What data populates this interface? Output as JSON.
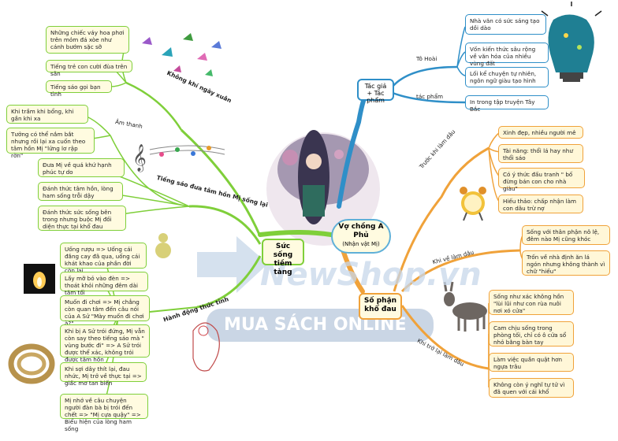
{
  "center": {
    "title": "Vợ chồng A Phủ",
    "subtitle": "(Nhận vật Mị)"
  },
  "watermark": {
    "brand": "NewShop.vn",
    "banner": "MUA SÁCH ONLINE"
  },
  "colors": {
    "green": "#7fcf3a",
    "orange": "#f0a23a",
    "blue": "#2f8fc8",
    "banner": "#9fb4cf"
  },
  "author": {
    "label": "Tác giả + Tác phẩm",
    "to_hoai": "Tô Hoài",
    "tac_pham": "tác phẩm",
    "items": [
      "Nhà văn có sức sáng tạo dồi dào",
      "Vốn kiến thức sâu rộng về văn hóa của nhiều vùng đất",
      "Lối kể chuyện tự nhiên, ngôn ngữ giàu tạo hình",
      "In trong tập truyện Tây Bắc"
    ]
  },
  "fate": {
    "label": "Số phận khổ đau",
    "before": "Trước khi làm dâu",
    "before_items": [
      "Xinh đẹp, nhiều người mê",
      "Tài năng: thổi lá hay như thổi sáo",
      "Có ý thức đấu tranh \" bố đừng bán con cho nhà giàu\"",
      "Hiếu thảo: chấp nhận làm con dâu trừ nợ"
    ],
    "when": "Khi về làm dâu",
    "when_items": [
      "Sống với thân phận nô lệ, đêm nào Mị cũng khóc",
      "Trốn về nhà định ăn lá ngón nhưng không thành vì chữ \"hiếu\""
    ],
    "after": "Khi trở lại làm dâu",
    "after_items": [
      "Sống như xác không hồn \"lùi lũi như con rùa nuôi nơi xó cửa\"",
      "Cam chịu sống trong phòng tối, chỉ có ô cửa sổ nhỏ bằng bàn tay",
      "Làm việc quần quật hơn ngựa trâu",
      "Không còn ý nghĩ tự tử vì đã quen với cái khổ"
    ]
  },
  "vitality": {
    "label": "Sức sống tiềm tàng",
    "spring": "Không khí ngày xuân",
    "spring_items": [
      "Những chiếc váy hoa phơi trên mỏm đá xòe như cánh bướm sặc sỡ",
      "Tiếng trẻ con cười đùa trên sân",
      "Tiếng sáo gọi bạn tình"
    ],
    "flute": "Tiếng sáo đưa tâm hồn Mị sống lại",
    "sound": "Âm thanh",
    "sound_items": [
      "Khi trầm khi bổng, khi gần khi xa",
      "Tưởng có thể nắm bắt nhưng rồi lại xa cuốn theo tâm hồn Mị \"lửng lơ rập rờn\""
    ],
    "flute_items": [
      "Đưa Mị về quá khứ hạnh phúc tự do",
      "Đánh thức tâm hồn, lòng ham sống trỗi dậy",
      "Đánh thức sức sống bên trong nhưng buộc Mị đối diện thực tại khổ đau"
    ],
    "action": "Hành động thức tỉnh",
    "action_items": [
      "Uống rượu => Uống cái đắng cay đã qua, uống cái khát khao của phần đời còn lại",
      "Lấy mỡ bỏ vào đèn => thoát khỏi những đêm dài tăm tối",
      "Muốn đi chơi => Mị chẳng còn quan tâm đến câu nói của A Sử \"Mày muốn đi chơi à?\"",
      "Khi bị A Sử trói đứng, Mị vẫn còn say theo tiếng sáo mà \" vùng bước đi\" => A Sử trói được thể xác, không trói được tâm hồn",
      "Khi sợi dây thít lại, đau nhức, Mị trở về thực tại => giấc mơ tan biến",
      "Mị nhớ về câu chuyện người đàn bà bị trói đến chết => \"Mị cựa quậy\" => Biểu hiện của lòng ham sống"
    ]
  }
}
